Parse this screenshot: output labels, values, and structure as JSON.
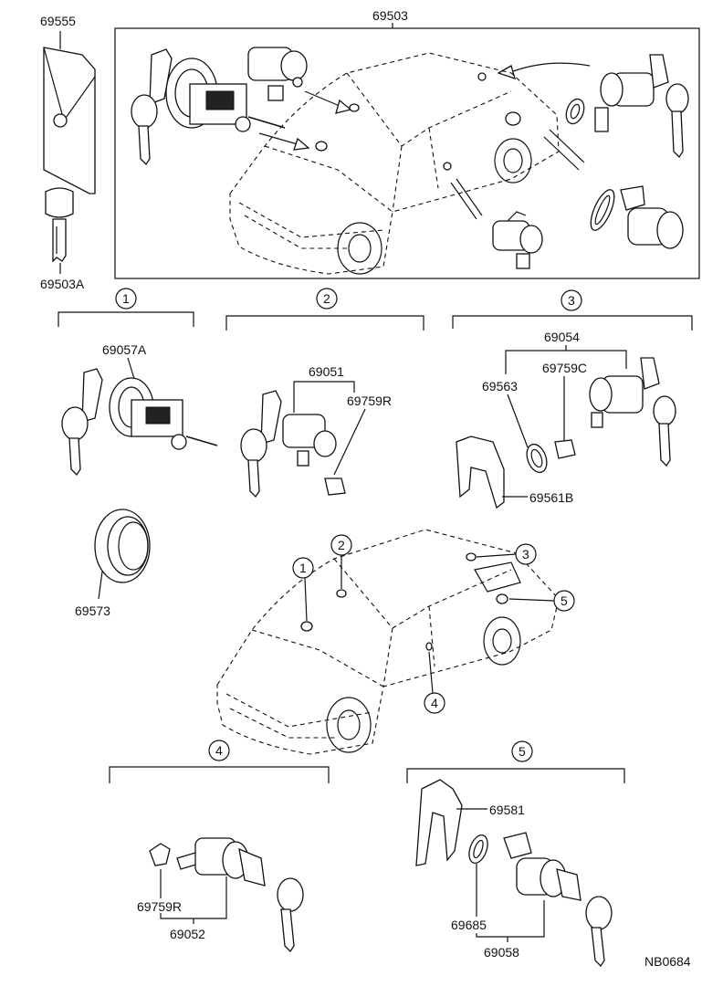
{
  "labels": {
    "p69555": "69555",
    "p69503": "69503",
    "p69503A": "69503A",
    "p69057A": "69057A",
    "p69051": "69051",
    "p69759R_top": "69759R",
    "p69054": "69054",
    "p69759C": "69759C",
    "p69563": "69563",
    "p69561B": "69561B",
    "p69573": "69573",
    "p69581": "69581",
    "p69759R_bottom": "69759R",
    "p69052": "69052",
    "p69685": "69685",
    "p69058": "69058",
    "drawing_code": "NB0684"
  },
  "callouts": {
    "c1": "1",
    "c2": "2",
    "c3": "3",
    "c4": "4",
    "c5": "5"
  },
  "icons": [
    "key-icon",
    "lock-cylinder-icon",
    "ignition-switch-icon",
    "vehicle-outline-icon",
    "gasket-icon",
    "retainer-clip-icon",
    "bezel-ring-icon",
    "key-plate-icon"
  ]
}
